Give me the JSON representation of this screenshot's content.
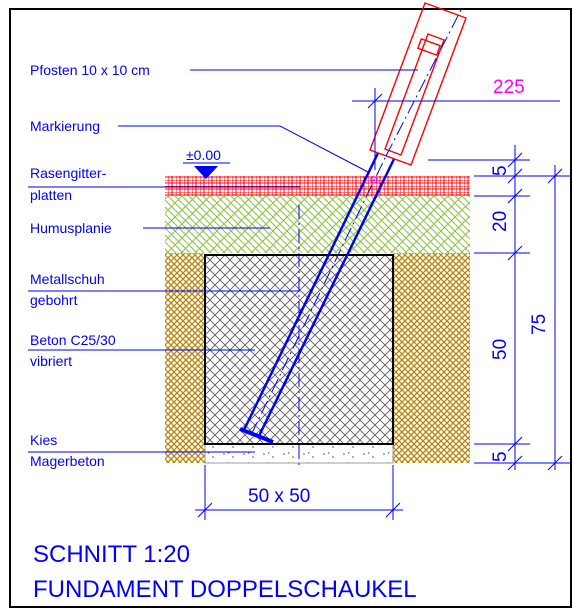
{
  "labels": {
    "pfosten": "Pfosten 10 x 10 cm",
    "markierung": "Markierung",
    "rasengitter_1": "Rasengitter-",
    "rasengitter_2": "platten",
    "humus": "Humusplanie",
    "metallschuh_1": "Metallschuh",
    "metallschuh_2": "gebohrt",
    "beton_1": "Beton C25/30",
    "beton_2": "vibriert",
    "kies": "Kies",
    "magerbeton": "Magerbeton",
    "level": "±0.00"
  },
  "dimensions": {
    "angle": "225",
    "d5_top": "5",
    "d20": "20",
    "d50": "50",
    "d5_bottom": "5",
    "d75": "75",
    "width": "50 x 50"
  },
  "title": {
    "line1": "SCHNITT   1:20",
    "line2": "FUNDAMENT  DOPPELSCHAUKEL"
  },
  "colors": {
    "annotation": "#0000ff",
    "post": "#ff0000",
    "dimension_magenta": "#ff00ff",
    "grass_grid": "#ff0000",
    "humus": "#99cc33",
    "gravel": "#b8860b",
    "concrete": "#555555"
  }
}
